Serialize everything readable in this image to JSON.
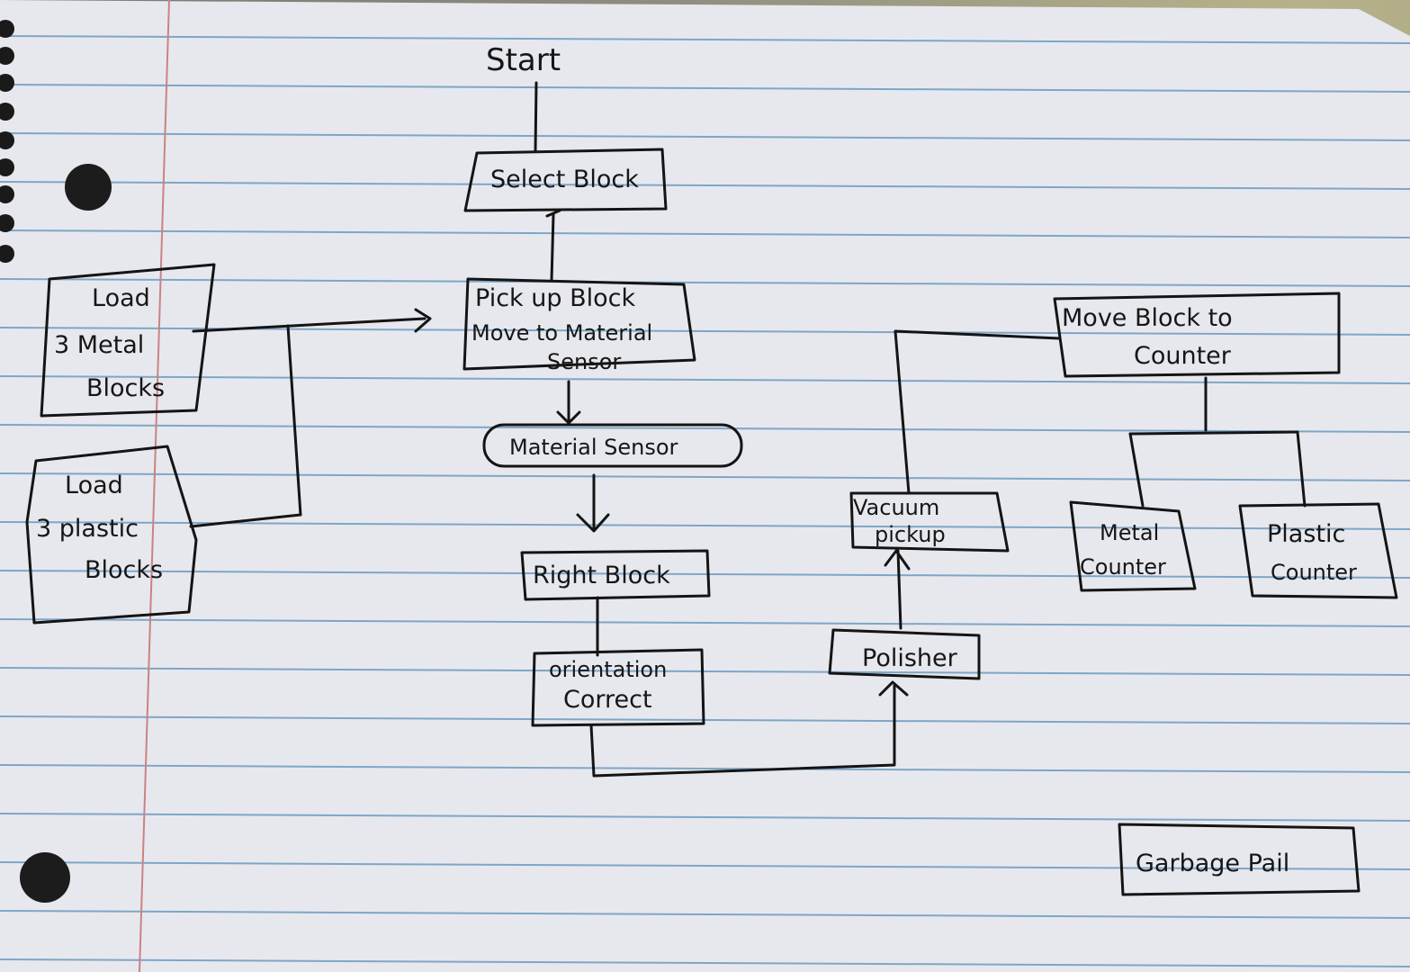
{
  "nodes": {
    "start": "Start",
    "select_block": "Select Block",
    "load_metal": [
      "Load",
      "3 Metal",
      "Blocks"
    ],
    "load_plastic": [
      "Load",
      "3 plastic",
      "Blocks"
    ],
    "pick_up": [
      "Pick up Block",
      "Move to Material",
      "Sensor"
    ],
    "material_sensor": "Material Sensor",
    "right_block": "Right Block",
    "orientation": [
      "orientation",
      "Correct"
    ],
    "polisher": "Polisher",
    "vacuum": [
      "Vacuum",
      "pickup"
    ],
    "move_block": [
      "Move Block to",
      "Counter"
    ],
    "metal_counter": [
      "Metal",
      "Counter"
    ],
    "plastic_counter": [
      "Plastic",
      "Counter"
    ],
    "garbage_pail": "Garbage Pail"
  },
  "colors": {
    "paper": "#e9eaf0",
    "rule_line": "#7ea6c6",
    "margin_line": "#c98080",
    "ink": "#141414"
  }
}
